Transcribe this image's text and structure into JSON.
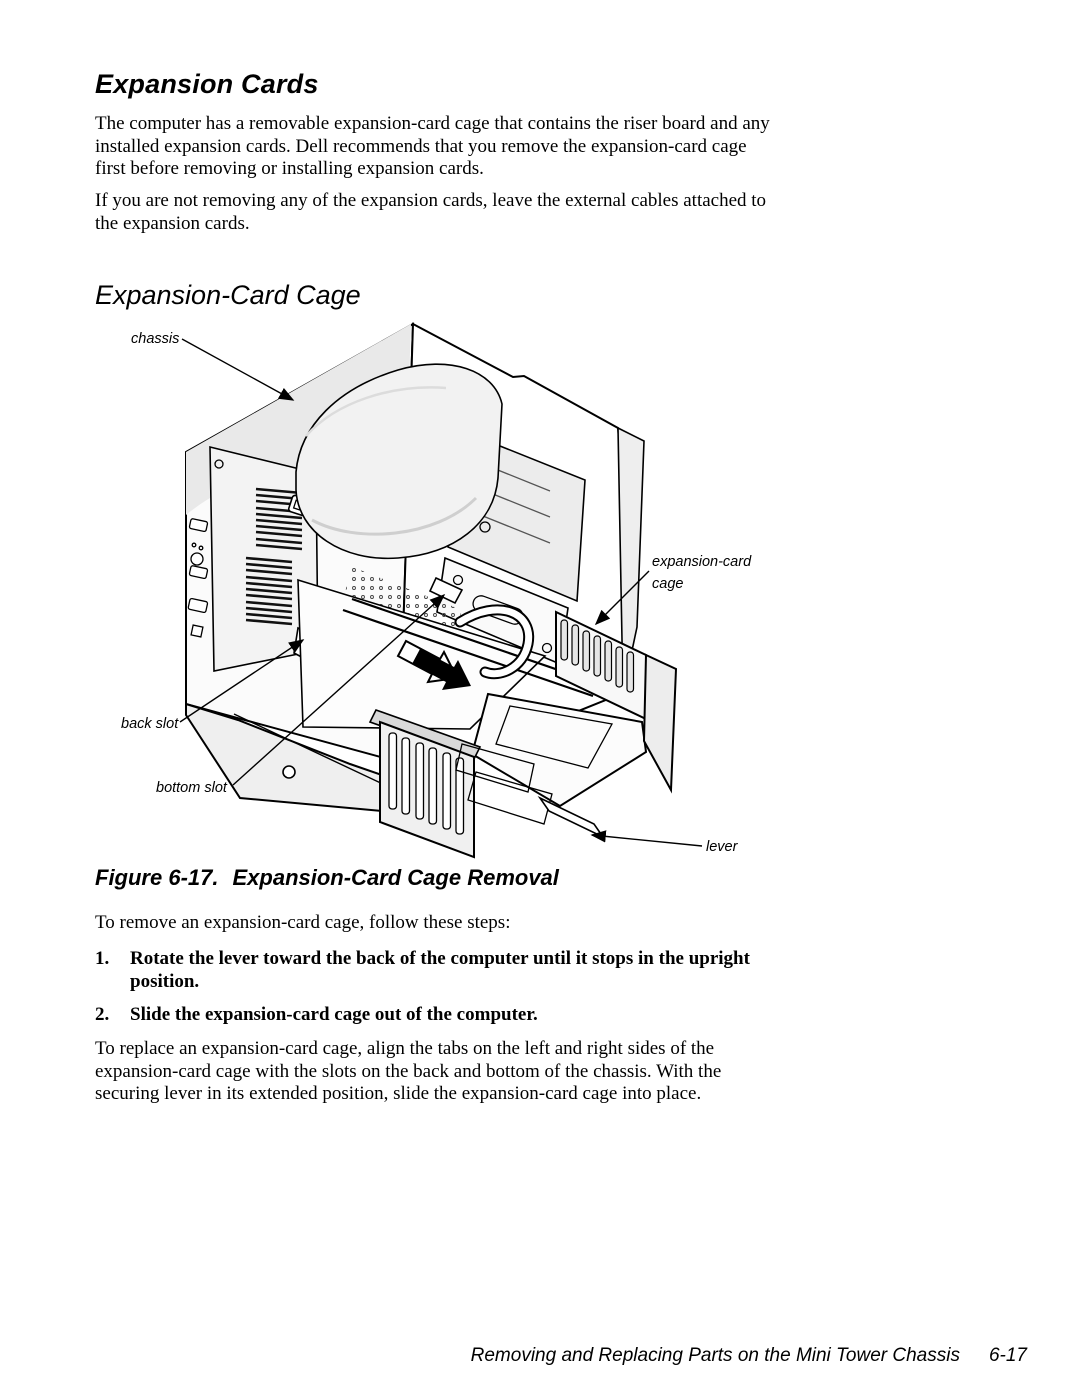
{
  "page": {
    "heading1": "Expansion Cards",
    "para1": "The computer has a removable expansion-card cage that contains the riser board and any installed expansion cards. Dell recommends that you remove the expansion-card cage first before removing or installing expansion cards.",
    "para2": "If you are not removing any of the expansion cards, leave the external cables attached to the expansion cards.",
    "heading2": "Expansion-Card Cage",
    "figure_caption": {
      "label": "Figure 6-17.",
      "title": "Expansion-Card Cage Removal"
    },
    "intro": "To remove an expansion-card cage, follow these steps:",
    "steps": [
      {
        "num": "1.",
        "text": "Rotate the lever toward the back of the computer until it stops in the upright position."
      },
      {
        "num": "2.",
        "text": "Slide the expansion-card cage out of the computer."
      }
    ],
    "para3": "To replace an expansion-card cage, align the tabs on the left and right sides of the expansion-card cage with the slots on the back and bottom of the chassis. With the securing lever in its extended position, slide the expansion-card cage into place.",
    "footer": {
      "title": "Removing and Replacing Parts on the Mini Tower Chassis",
      "page_number": "6-17"
    }
  },
  "figure": {
    "labels": {
      "chassis": "chassis",
      "cage_line1": "expansion-card",
      "cage_line2": "cage",
      "back_slot": "back slot",
      "bottom_slot": "bottom slot",
      "lever": "lever"
    }
  }
}
